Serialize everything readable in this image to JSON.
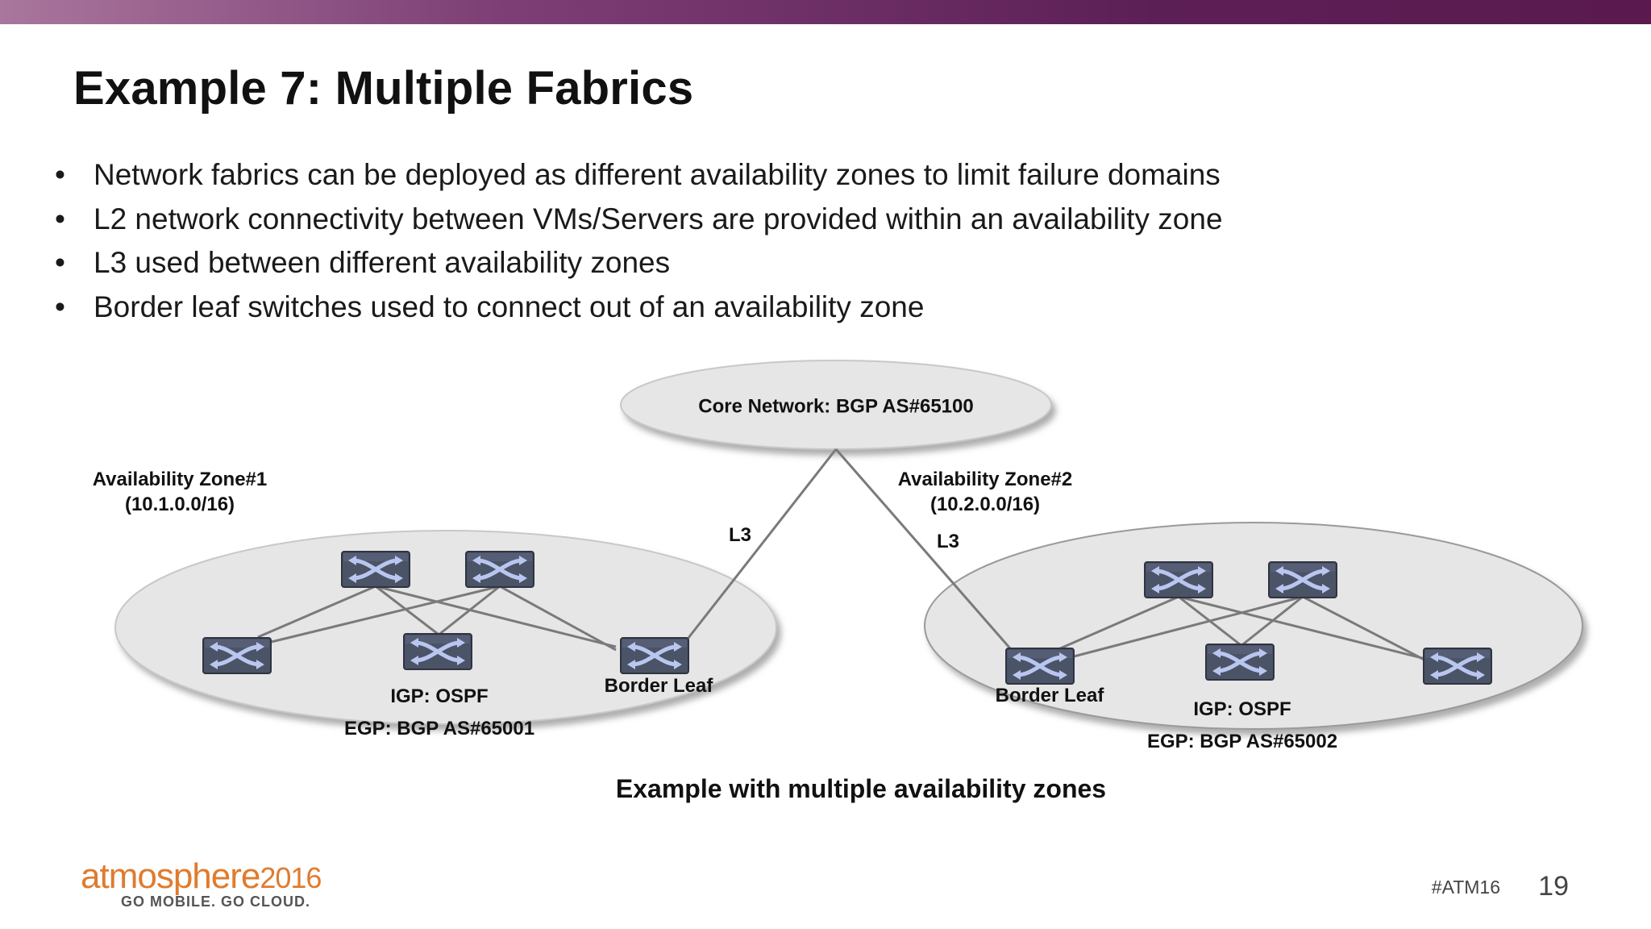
{
  "slide": {
    "title": "Example 7: Multiple Fabrics",
    "bullets": [
      "Network fabrics can be deployed as different availability zones to limit failure domains",
      "L2 network connectivity between VMs/Servers are provided within an availability zone",
      "L3 used between different availability zones",
      "Border leaf switches used to connect out of an availability zone"
    ],
    "bullet_glyph": "•"
  },
  "diagram": {
    "core": {
      "label": "Core Network: BGP AS#65100"
    },
    "zone1": {
      "name": "Availability Zone#1",
      "subnet": "(10.1.0.0/16)",
      "link_label": "L3",
      "border_label": "Border Leaf",
      "igp": "IGP: OSPF",
      "egp": "EGP: BGP AS#65001"
    },
    "zone2": {
      "name": "Availability Zone#2",
      "subnet": "(10.2.0.0/16)",
      "link_label": "L3",
      "border_label": "Border Leaf",
      "igp": "IGP: OSPF",
      "egp": "EGP: BGP AS#65002"
    },
    "caption": "Example with multiple availability zones",
    "switch_icon": "switch-icon",
    "colors": {
      "switch_fill": "#4b5366",
      "switch_arrows": "#b9c6f0",
      "zone_fill": "#e6e6e6",
      "link": "#7a7a7a"
    }
  },
  "footer": {
    "logo_word": "atmosphere",
    "logo_year": "2016",
    "logo_tagline": "GO MOBILE. GO CLOUD.",
    "hashtag": "#ATM16",
    "page_number": "19"
  },
  "colors": {
    "topbar": "#5c1f55",
    "logo": "#e07b2e"
  }
}
